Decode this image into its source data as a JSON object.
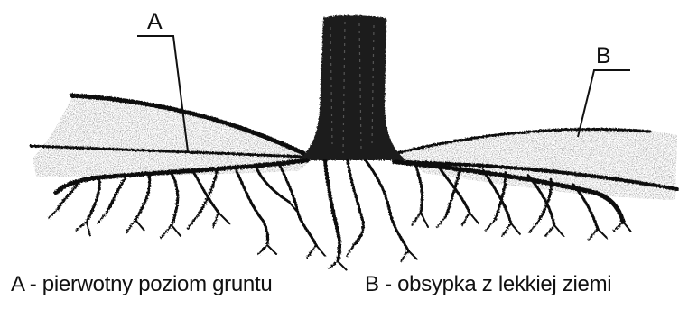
{
  "markers": {
    "a": "A",
    "b": "B"
  },
  "legend": {
    "a": "A - pierwotny poziom gruntu",
    "b": "B - obsypka z lekkiej ziemi"
  },
  "colors": {
    "ink": "#111111",
    "trunk": "#1f1f1f",
    "soil": "#6a6a6a",
    "background": "#ffffff"
  }
}
